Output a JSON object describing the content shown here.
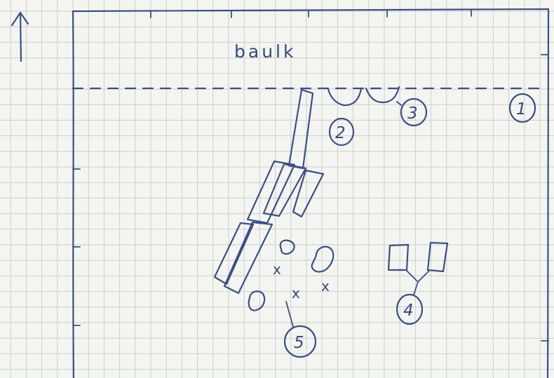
{
  "drawing": {
    "baulk_label": "baulk",
    "markers": [
      "1",
      "2",
      "3",
      "4",
      "5"
    ],
    "cross_mark": "x",
    "ink_color": "#3a4f86",
    "grid_color": "#c8d0ce",
    "paper_color": "#f4f5f1"
  }
}
